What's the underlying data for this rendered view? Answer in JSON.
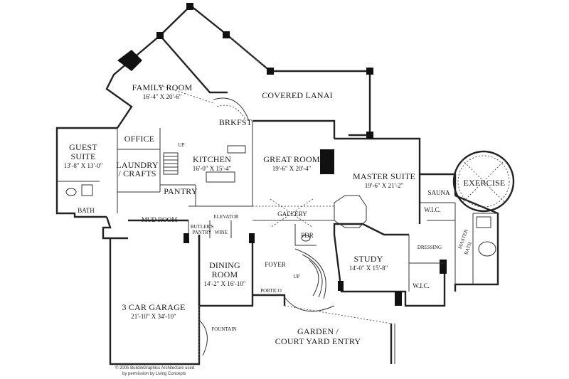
{
  "rooms": {
    "family_room": {
      "name": "FAMILY ROOM",
      "dims": "16'-4\" X 20'-6\""
    },
    "covered_lanai": {
      "name": "COVERED LANAI"
    },
    "brkfst": {
      "name": "BRKFST"
    },
    "office": {
      "name": "OFFICE"
    },
    "up_kitchen": {
      "name": "UP"
    },
    "guest_suite_1": {
      "name": "GUEST"
    },
    "guest_suite_2": {
      "name": "SUITE",
      "dims": "13'-8\" X 13'-0\""
    },
    "kitchen": {
      "name": "KITCHEN",
      "dims": "16'-0\" X 15'-4\""
    },
    "laundry_1": {
      "name": "LAUNDRY"
    },
    "laundry_2": {
      "name": "/ CRAFTS"
    },
    "pantry": {
      "name": "PANTRY"
    },
    "great_room": {
      "name": "GREAT ROOM",
      "dims": "19'-6\" X 20'-4\""
    },
    "master_suite": {
      "name": "MASTER SUITE",
      "dims": "19'-6\" X 21'-2\""
    },
    "exercise": {
      "name": "EXERCISE"
    },
    "sauna": {
      "name": "SAUNA"
    },
    "bath": {
      "name": "BATH"
    },
    "mud_room": {
      "name": "MUD ROOM"
    },
    "butlers_pantry_1": {
      "name": "BUTLER'S"
    },
    "butlers_pantry_2": {
      "name": "PANTRY"
    },
    "elevator": {
      "name": "ELEVATOR"
    },
    "wine": {
      "name": "WINE"
    },
    "gallery": {
      "name": "GALLERY"
    },
    "wic_1": {
      "name": "W.I.C."
    },
    "pdr": {
      "name": "PDR"
    },
    "dressing": {
      "name": "DRESSING"
    },
    "master_bath_1": {
      "name": "MASTER"
    },
    "master_bath_2": {
      "name": "BATH"
    },
    "study": {
      "name": "STUDY",
      "dims": "14'-0\" X 15'-8\""
    },
    "dining_room_1": {
      "name": "DINING"
    },
    "dining_room_2": {
      "name": "ROOM",
      "dims": "14'-2\" X 16'-10\""
    },
    "foyer": {
      "name": "FOYER"
    },
    "up_foyer": {
      "name": "UP"
    },
    "portico": {
      "name": "PORTICO"
    },
    "wic_2": {
      "name": "W.I.C."
    },
    "garage": {
      "name": "3 CAR GARAGE",
      "dims": "21'-10\" X 34'-10\""
    },
    "fountain": {
      "name": "FOUNTAIN"
    },
    "garden_1": {
      "name": "GARDEN /"
    },
    "garden_2": {
      "name": "COURT YARD ENTRY"
    }
  },
  "copyright": {
    "line1": "© 2005 BuildinGraphics Architecture used",
    "line2": "by permission by Living Concepts"
  }
}
